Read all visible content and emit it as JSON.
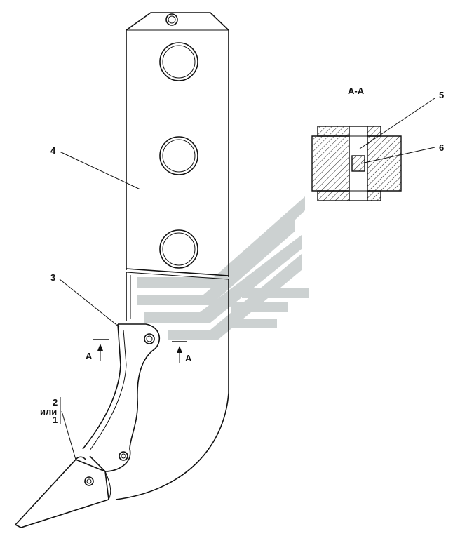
{
  "section_title": "A-A",
  "callouts": {
    "shank": "4",
    "protector": "3",
    "pin": "5",
    "retainer": "6",
    "tip_option_a": "2",
    "tip_or": "или",
    "tip_option_b": "1"
  },
  "section_marks": {
    "left": "A",
    "right": "A"
  },
  "watermark_color": "#b9bfbf"
}
